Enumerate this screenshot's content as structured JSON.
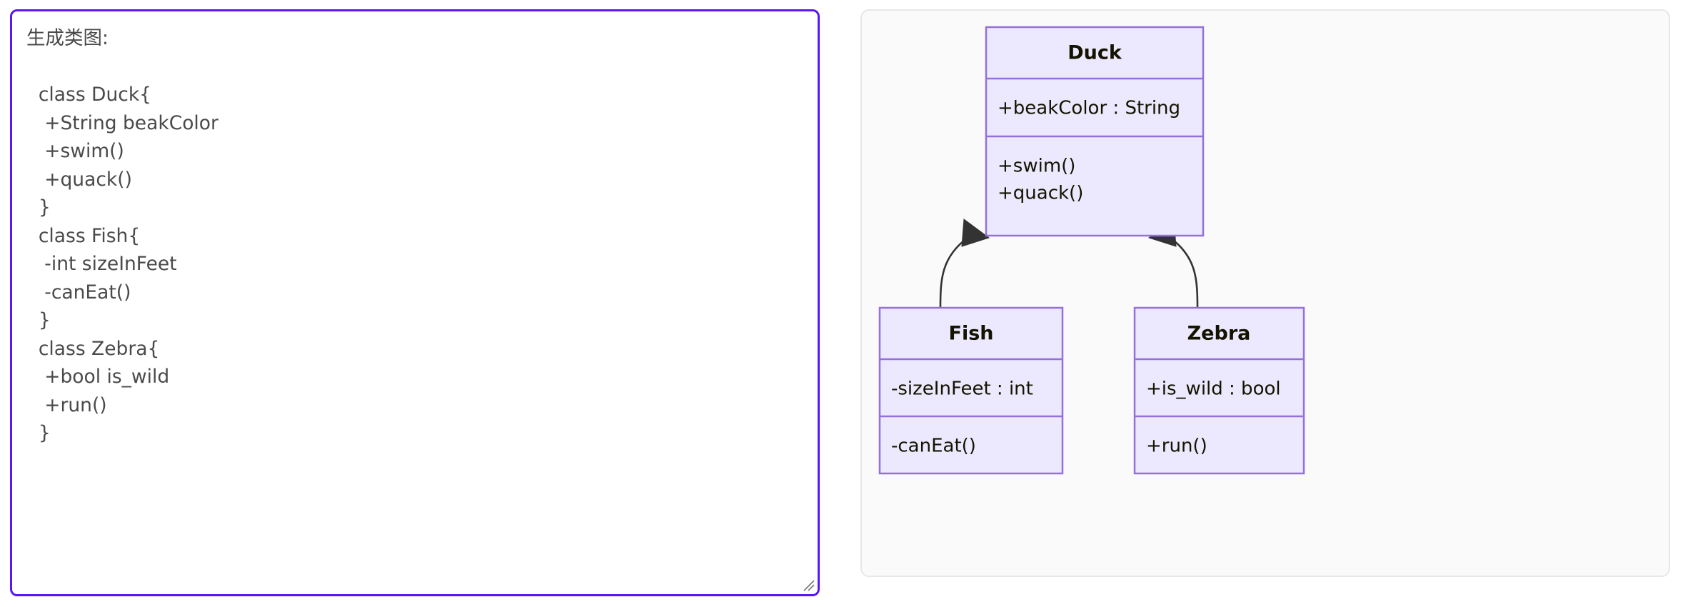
{
  "editor": {
    "value": "生成类图:\n\n  class Duck{\n   +String beakColor\n   +swim()\n   +quack()\n  }\n  class Fish{\n   -int sizeInFeet\n   -canEat()\n  }\n  class Zebra{\n   +bool is_wild\n   +run()\n  }",
    "placeholder": "",
    "border_color": "#5b16f5",
    "text_color": "#4a4a4a",
    "resize_handle": "resize-handle"
  },
  "diagram": {
    "panel_background": "#fafafa",
    "panel_border_color": "#e7e7e7",
    "node_fill": "#ECE8FD",
    "node_stroke": "#9370DB",
    "edge_color": "#333333",
    "relation": "inheritance",
    "classes": [
      {
        "id": "duck",
        "name": "Duck",
        "attributes": [
          "+beakColor : String"
        ],
        "methods": [
          "+swim()",
          "+quack()"
        ]
      },
      {
        "id": "fish",
        "name": "Fish",
        "attributes": [
          "-sizeInFeet : int"
        ],
        "methods": [
          "-canEat()"
        ]
      },
      {
        "id": "zebra",
        "name": "Zebra",
        "attributes": [
          "+is_wild : bool"
        ],
        "methods": [
          "+run()"
        ]
      }
    ],
    "edges": [
      {
        "from": "Fish",
        "to": "Duck",
        "type": "generalization"
      },
      {
        "from": "Zebra",
        "to": "Duck",
        "type": "generalization"
      }
    ]
  }
}
